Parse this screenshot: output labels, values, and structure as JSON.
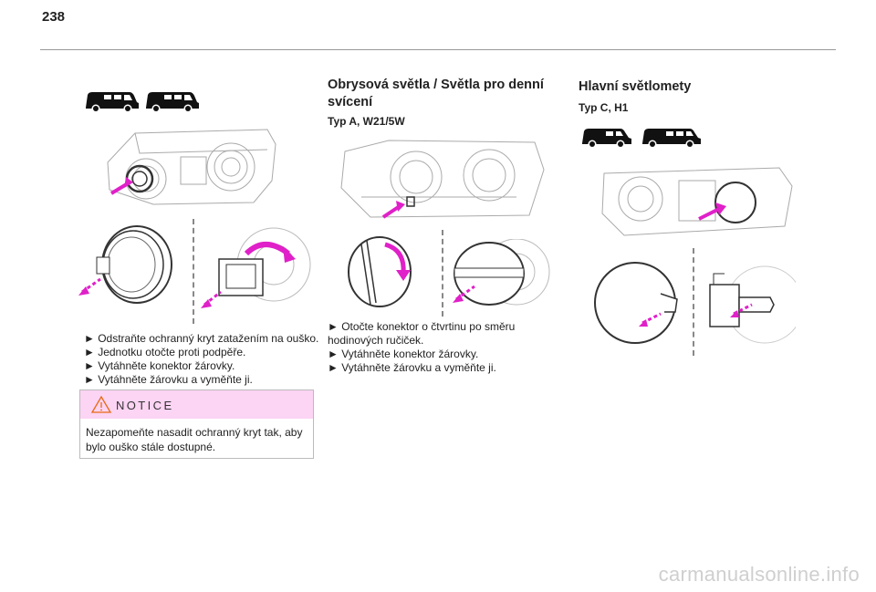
{
  "page_number": "238",
  "col1": {
    "steps": [
      "► Odstraňte ochranný kryt zatažením na ouško.",
      "►  Jednotku otočte proti podpěře.",
      "► Vytáhněte konektor žárovky.",
      "► Vytáhněte žárovku a vyměňte ji."
    ],
    "notice": {
      "title": "NOTICE",
      "text": "Nezapomeňte nasadit ochranný kryt tak, aby bylo ouško stále dostupné."
    }
  },
  "col2": {
    "title": "Obrysová světla / Světla pro denní svícení",
    "subtitle": "Typ A, W21/5W",
    "steps": [
      "► Otočte konektor o čtvrtinu po směru hodinových ručiček.",
      "► Vytáhněte konektor žárovky.",
      "► Vytáhněte žárovku a vyměňte ji."
    ]
  },
  "col3": {
    "title": "Hlavní světlomety",
    "subtitle": "Typ C, H1"
  },
  "footer": "carmanualsonline.info",
  "colors": {
    "accent": "#e020c8",
    "notice_bg": "#fcd4f4",
    "van": "#111111"
  },
  "icons": [
    "van-icon",
    "headlamp-illustration",
    "arrow-icon",
    "warning-icon"
  ]
}
